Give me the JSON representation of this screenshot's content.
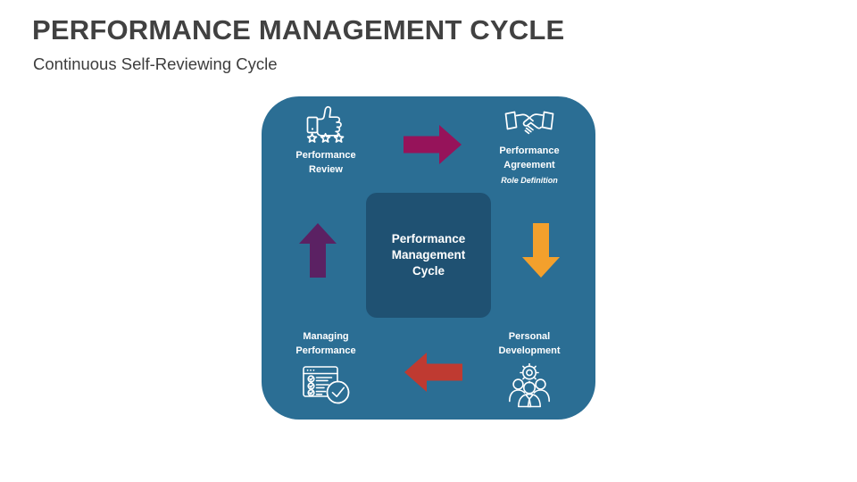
{
  "slide": {
    "title": "PERFORMANCE MANAGEMENT CYCLE",
    "subtitle": "Continuous Self-Reviewing Cycle",
    "background_color": "#ffffff",
    "title_color": "#414141"
  },
  "diagram": {
    "panel_color": "#2b6e94",
    "center": {
      "label": "Performance\nManagement\nCycle",
      "box_color": "#1f5172",
      "text_color": "#ffffff"
    },
    "nodes": [
      {
        "id": "performance-review",
        "label": "Performance\nReview",
        "sublabel": "",
        "icon": "thumbs-up-stars-icon",
        "position": "top-left"
      },
      {
        "id": "performance-agreement",
        "label": "Performance\nAgreement",
        "sublabel": "Role Definition",
        "icon": "handshake-icon",
        "position": "top-right"
      },
      {
        "id": "personal-development",
        "label": "Personal\nDevelopment",
        "sublabel": "",
        "icon": "people-gear-icon",
        "position": "bottom-right"
      },
      {
        "id": "managing-performance",
        "label": "Managing\nPerformance",
        "sublabel": "",
        "icon": "checklist-approved-icon",
        "position": "bottom-left"
      }
    ],
    "arrows": [
      {
        "id": "arrow-right",
        "direction": "right",
        "color": "#96135a",
        "icon": "arrow-right-icon"
      },
      {
        "id": "arrow-down",
        "direction": "down",
        "color": "#f3a02c",
        "icon": "arrow-down-icon"
      },
      {
        "id": "arrow-left",
        "direction": "left",
        "color": "#bf3a31",
        "icon": "arrow-left-icon"
      },
      {
        "id": "arrow-up",
        "direction": "up",
        "color": "#5b2163",
        "icon": "arrow-up-icon"
      }
    ]
  }
}
